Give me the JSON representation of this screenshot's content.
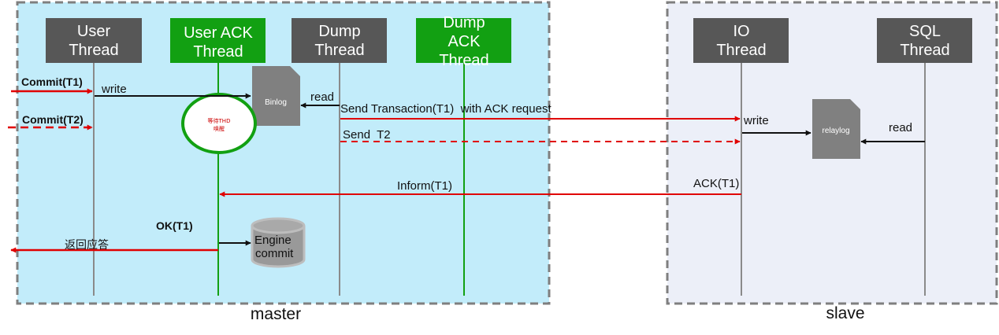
{
  "colors": {
    "master_bg": "#c2ecfa",
    "slave_bg": "#eceff8",
    "border": "#7f7f7f",
    "gray_header": "#575757",
    "green_header": "#12a012",
    "red": "#e00000",
    "black": "#111111",
    "green_line": "#12a012",
    "gray_line": "#8a8a8a",
    "doc_gray": "#808080",
    "db_gray": "#999999",
    "circle_green": "#12a012",
    "small_red_text": "#cc0000"
  },
  "regions": {
    "master_label": "master",
    "slave_label": "slave"
  },
  "threads": {
    "user": {
      "line1": "User",
      "line2": "Thread"
    },
    "user_ack": {
      "line1": "User ACK",
      "line2": "Thread"
    },
    "dump": {
      "line1": "Dump",
      "line2": "Thread"
    },
    "dump_ack": {
      "line1": "Dump",
      "line2": "ACK",
      "line3": "Thread"
    },
    "io": {
      "line1": "IO",
      "line2": "Thread"
    },
    "sql": {
      "line1": "SQL",
      "line2": "Thread"
    }
  },
  "objects": {
    "binlog": "Binlog",
    "relaylog": "relaylog",
    "engine_line1": "Engine",
    "engine_line2": "commit",
    "wait_line1": "等待THD",
    "wait_line2": "唤醒"
  },
  "messages": {
    "commit_t1": "Commit(T1)",
    "commit_t2": "Commit(T2)",
    "write_master": "write",
    "read_master": "read",
    "send_t1": "Send Transaction(T1)  with ACK request",
    "send_t2": "Send  T2",
    "write_slave": "write",
    "read_slave": "read",
    "inform_t1": "Inform(T1)",
    "ack_t1": "ACK(T1)",
    "ok_t1": "OK(T1)",
    "reply": "返回应答"
  }
}
